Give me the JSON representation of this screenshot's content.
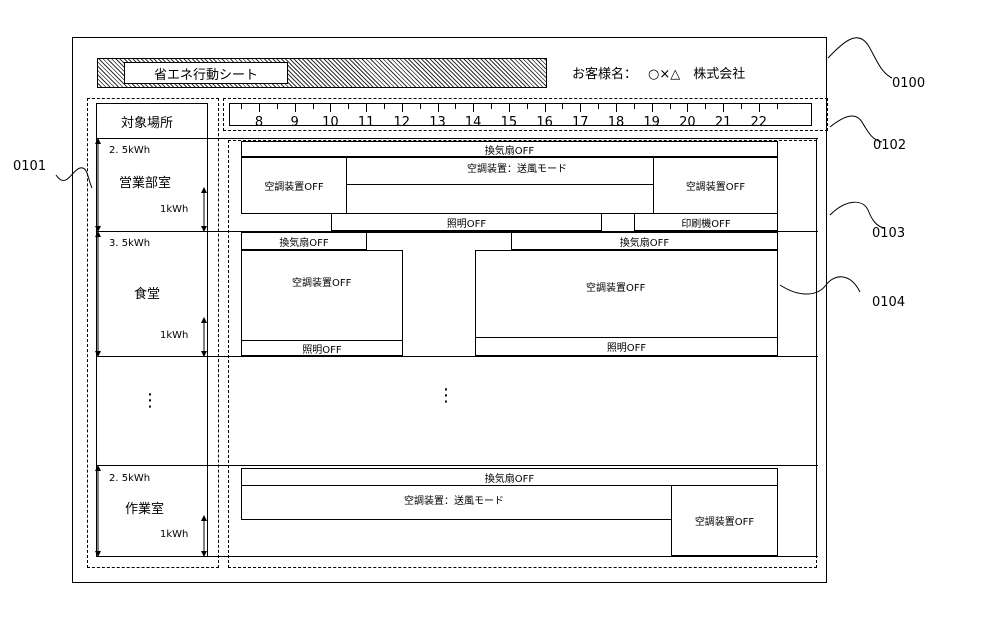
{
  "sheet": {
    "title": "省エネ行動シート",
    "customer_label": "お客様名：",
    "customer_name": "○×△　株式会社"
  },
  "header": {
    "location_label": "対象場所",
    "hours": [
      "8",
      "9",
      "10",
      "11",
      "12",
      "13",
      "14",
      "15",
      "16",
      "17",
      "18",
      "19",
      "20",
      "21",
      "22"
    ]
  },
  "rooms": [
    {
      "name": "営業部室",
      "max_label": "2. 5kWh",
      "min_label": "1kWh",
      "actions": {
        "fan": "換気扇OFF",
        "ac_off_left": "空調装置OFF",
        "ac_fan_mode": "空調装置：送風モード",
        "ac_off_right": "空調装置OFF",
        "light": "照明OFF",
        "printer": "印刷機OFF"
      }
    },
    {
      "name": "食堂",
      "max_label": "3. 5kWh",
      "min_label": "1kWh",
      "actions": {
        "fan_left": "換気扇OFF",
        "fan_right": "換気扇OFF",
        "ac_left": "空調装置OFF",
        "ac_right": "空調装置OFF",
        "light_left": "照明OFF",
        "light_right": "照明OFF"
      }
    },
    {
      "name": "作業室",
      "max_label": "2. 5kWh",
      "min_label": "1kWh",
      "actions": {
        "fan": "換気扇OFF",
        "ac_fan_mode": "空調装置：送風モード",
        "ac_off": "空調装置OFF"
      }
    }
  ],
  "ellipsis": "⋮",
  "references": {
    "sheet": "0100",
    "location_column": "0101",
    "time_axis": "0102",
    "room_row": "0103",
    "action_box": "0104"
  }
}
